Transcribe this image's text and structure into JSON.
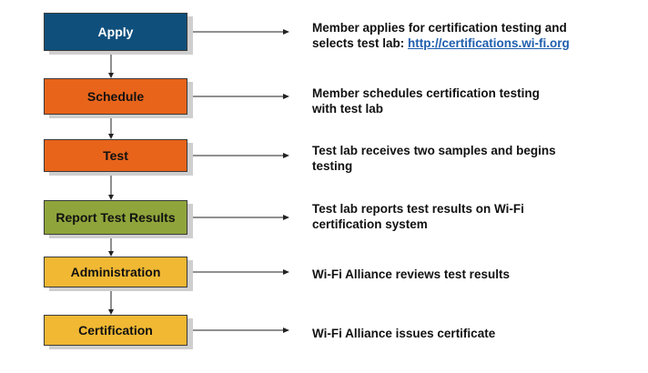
{
  "steps": [
    {
      "label": "Apply",
      "color": "#0f4f7c",
      "text_color": "#ffffff",
      "desc": [
        "Member applies for certification testing  and",
        "selects test lab: "
      ],
      "link": "http://certifications.wi-fi.org"
    },
    {
      "label": "Schedule",
      "color": "#e8641b",
      "text_color": "#111111",
      "desc": [
        "Member schedules certification testing",
        "with test lab"
      ]
    },
    {
      "label": "Test",
      "color": "#e8641b",
      "text_color": "#111111",
      "desc": [
        "Test lab receives two samples and begins",
        "testing"
      ]
    },
    {
      "label": "Report Test Results",
      "color": "#8fa53b",
      "text_color": "#111111",
      "desc": [
        "Test lab reports test results on Wi-Fi",
        "certification system"
      ]
    },
    {
      "label": "Administration",
      "color": "#f0b833",
      "text_color": "#111111",
      "desc": [
        "Wi-Fi Alliance reviews test results"
      ]
    },
    {
      "label": "Certification",
      "color": "#f0b833",
      "text_color": "#111111",
      "desc": [
        "Wi-Fi Alliance issues certificate"
      ]
    }
  ]
}
